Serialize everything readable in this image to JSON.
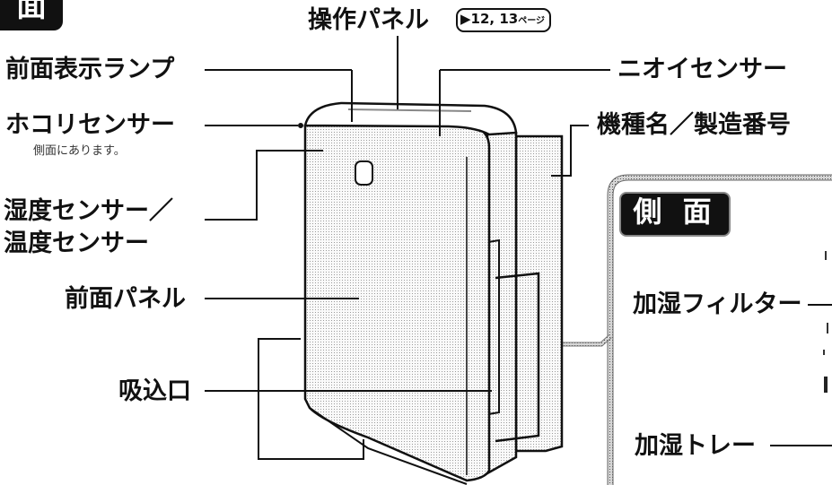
{
  "header": {
    "front_badge": "面"
  },
  "labels": {
    "control_panel": "操作パネル",
    "control_panel_ref_pages": "▶12, 13",
    "control_panel_ref_suffix": "ページ",
    "front_display_lamp": "前面表示ランプ",
    "odor_sensor": "ニオイセンサー",
    "dust_sensor": "ホコリセンサー",
    "dust_sensor_note": "側面にあります。",
    "model_serial": "機種名／製造番号",
    "humidity_sensor": "湿度センサー／",
    "temperature_sensor": "温度センサー",
    "front_panel": "前面パネル",
    "air_intake": "吸込口"
  },
  "side_view": {
    "badge": "側 面",
    "humidifier_filter": "加湿フィルター",
    "humidifier_tray": "加湿トレー"
  }
}
